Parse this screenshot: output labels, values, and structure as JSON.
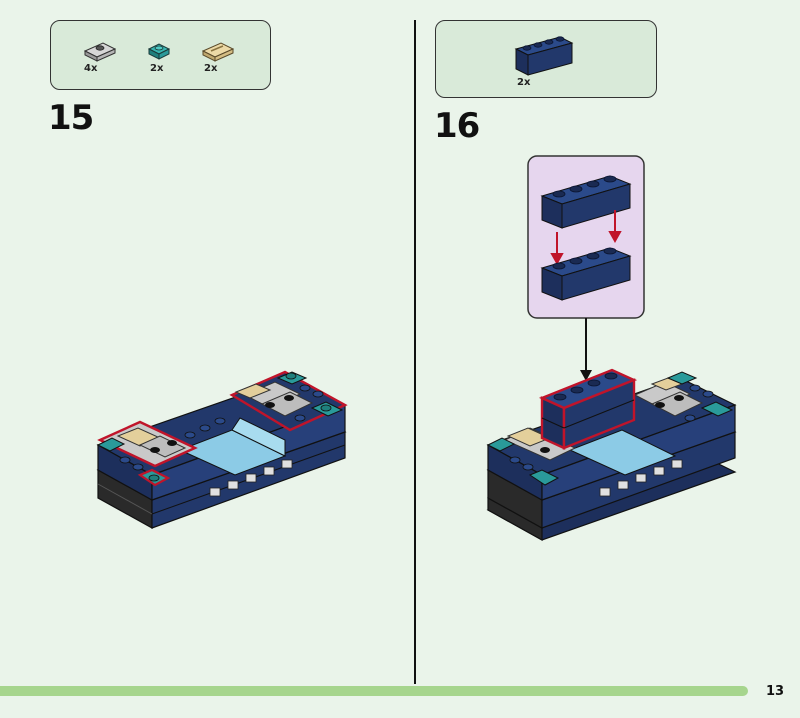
{
  "page": {
    "number": "13"
  },
  "colors": {
    "background": "#eaf4ea",
    "parts_box": "#d9ead9",
    "callout": "#e6d6ee",
    "footer_bar": "#a6d58d",
    "brick_blue": "#22386b",
    "teal": "#2a9a9a",
    "light_gray": "#c9c9c9",
    "tan": "#e3cf9b",
    "trans_light_blue": "#8ccbe6",
    "highlight_red": "#c0142a"
  },
  "steps": [
    {
      "number": "15",
      "parts": [
        {
          "icon": "gray-plate-icon",
          "quantity": "4x"
        },
        {
          "icon": "teal-plate-icon",
          "quantity": "2x"
        },
        {
          "icon": "tan-tile-icon",
          "quantity": "2x"
        }
      ]
    },
    {
      "number": "16",
      "parts": [
        {
          "icon": "blue-brick-1x4-icon",
          "quantity": "2x"
        }
      ]
    }
  ]
}
